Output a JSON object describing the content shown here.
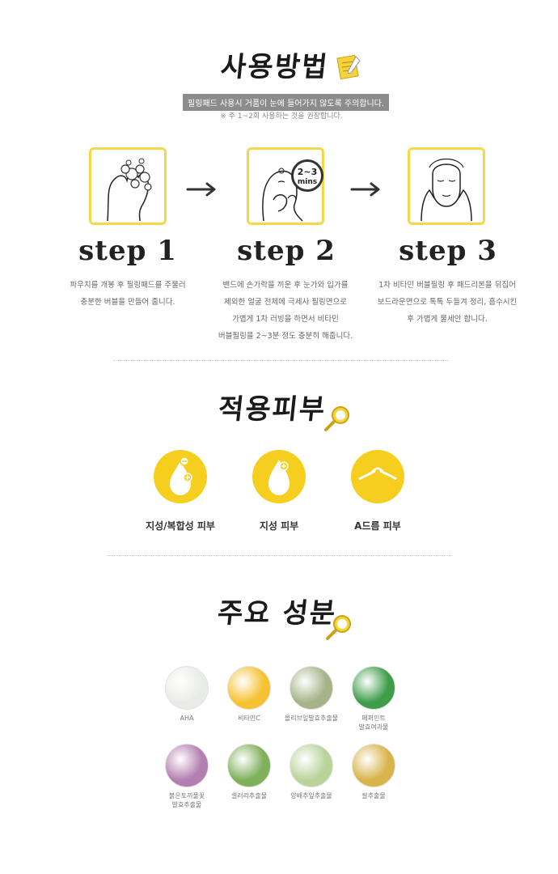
{
  "usage": {
    "title": "사용방법",
    "banner": "필링패드 사용시 거품이 눈에 들어가지 않도록 주의합니다.",
    "note": "※ 주 1~2회 사용하는 것을 권장합니다."
  },
  "steps": [
    {
      "label": "step 1",
      "desc": [
        "파우치를 개봉 후 필링패드를 주물러",
        "충분한 버블을 만들어 줍니다."
      ]
    },
    {
      "label": "step 2",
      "badge": [
        "2~3",
        "mins"
      ],
      "desc": [
        "밴드에 손가락을 끼운 후 눈가와 입가를",
        "제외한 얼굴 전체에 극세사 필링면으로",
        "가볍게 1차 러빙을 하면서 비타민",
        "버블필링을 2~3분 정도 충분히 해줍니다."
      ]
    },
    {
      "label": "step 3",
      "desc": [
        "1차 비타민 버블필링 후 패드리본을 뒤집어",
        "보드라운면으로 톡톡 두들겨 정리, 흡수시킨",
        "후 가볍게 물세안 합니다."
      ]
    }
  ],
  "skin": {
    "title": "적용피부",
    "types": [
      {
        "label": "지성/복합성 피부",
        "icon": "drop-minus-plus-icon"
      },
      {
        "label": "지성 피부",
        "icon": "drop-plus-icon"
      },
      {
        "label": "A드름 피부",
        "icon": "pimple-icon"
      }
    ]
  },
  "ingredients": {
    "title": "주요 성분",
    "items": [
      {
        "label": [
          "AHA"
        ],
        "color": "#e9ece6"
      },
      {
        "label": [
          "비타민C"
        ],
        "color": "#f6c232"
      },
      {
        "label": [
          "올리브잎발효추출물"
        ],
        "color": "#a6b389"
      },
      {
        "label": [
          "페퍼민트",
          "발효여과물"
        ],
        "color": "#3f9d4a"
      },
      {
        "label": [
          "붉은토끼풀꽃",
          "발효추출물"
        ],
        "color": "#b37fb0"
      },
      {
        "label": [
          "셀러리추출물"
        ],
        "color": "#7fb05a"
      },
      {
        "label": [
          "양배추잎추출물"
        ],
        "color": "#b9d39a"
      },
      {
        "label": [
          "쌀추출물"
        ],
        "color": "#d8b44b"
      }
    ]
  },
  "colors": {
    "accent": "#f6cf1e",
    "box_border": "#f5d84a",
    "banner_bg": "#8c8c8c"
  }
}
